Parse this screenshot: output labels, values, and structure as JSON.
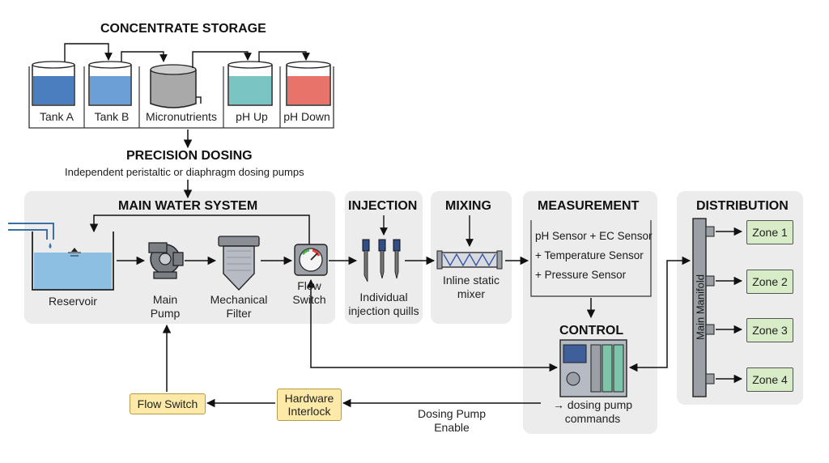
{
  "storage": {
    "title": "CONCENTRATE STORAGE",
    "tanks": [
      {
        "label": "Tank A",
        "color": "#4a7fbf"
      },
      {
        "label": "Tank B",
        "color": "#6b9fd6"
      },
      {
        "label": "Micronutrients",
        "color": "#a9a9a9"
      },
      {
        "label": "pH Up",
        "color": "#7ac4c4"
      },
      {
        "label": "pH Down",
        "color": "#e8736a"
      }
    ]
  },
  "dosing": {
    "title": "PRECISION DOSING",
    "subtitle": "Independent peristaltic or diaphragm dosing pumps"
  },
  "main_water": {
    "title": "MAIN WATER SYSTEM",
    "reservoir": "Reservoir",
    "pump": [
      "Main",
      "Pump"
    ],
    "filter": [
      "Mechanical",
      "Filter"
    ],
    "flow_switch": [
      "Flow",
      "Switch"
    ]
  },
  "injection": {
    "title": "INJECTION",
    "label": [
      "Individual",
      "injection quills"
    ]
  },
  "mixing": {
    "title": "MIXING",
    "label": [
      "Inline static",
      "mixer"
    ]
  },
  "measurement": {
    "title": "MEASUREMENT",
    "lines": [
      "pH Sensor + EC Sensor",
      "+ Temperature Sensor",
      "+ Pressure Sensor"
    ]
  },
  "control": {
    "title": "CONTROL",
    "commands": [
      "→ dosing pump",
      "commands"
    ]
  },
  "distribution": {
    "title": "DISTRIBUTION",
    "manifold": "Main Manifold",
    "zones": [
      "Zone 1",
      "Zone 2",
      "Zone 3",
      "Zone 4"
    ]
  },
  "interlock": {
    "flow_switch": "Flow Switch",
    "hardware": [
      "Hardware",
      "Interlock"
    ],
    "enable": [
      "Dosing Pump",
      "Enable"
    ]
  },
  "colors": {
    "panel": "#ececec",
    "zone": "#d9ecc8",
    "interlock_box": "#fde9a8",
    "water": "#8dbfe3"
  }
}
